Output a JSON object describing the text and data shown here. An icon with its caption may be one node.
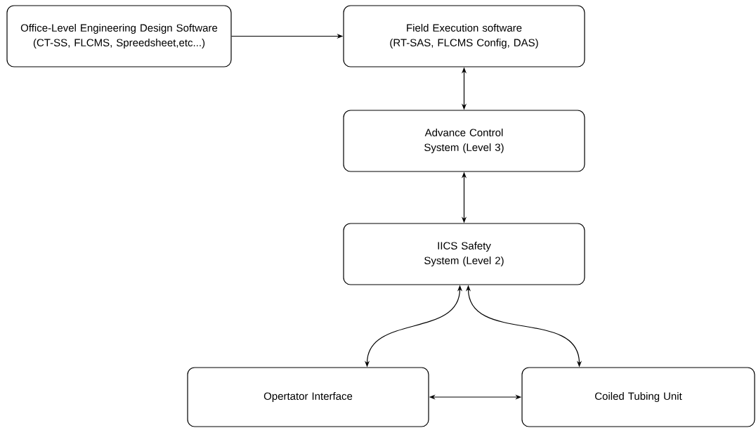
{
  "diagram": {
    "nodes": [
      {
        "text": [
          "Office-Level Engineering Design Software (CT-SS, FLCMS, Spreedsheet,etc...)"
        ]
      },
      {
        "text": [
          "Field Execution software (RT-SAS, FLCMS Config, DAS)"
        ]
      },
      {
        "text": [
          "Advance Control System (Level 3)"
        ]
      },
      {
        "text": [
          "IICS Safety System (Level 2)"
        ]
      },
      {
        "text": [
          "Opertator Interface"
        ]
      },
      {
        "text": [
          "Coiled Tubing Unit"
        ]
      }
    ],
    "edges": [
      {
        "from": 0,
        "to": 1,
        "arrow": "to"
      },
      {
        "from": 1,
        "to": 2,
        "arrow": "both"
      },
      {
        "from": 2,
        "to": 3,
        "arrow": "both"
      },
      {
        "from": 3,
        "to": 4,
        "arrow": "both"
      },
      {
        "from": 3,
        "to": 5,
        "arrow": "both"
      },
      {
        "from": 4,
        "to": 5,
        "arrow": "both"
      }
    ]
  }
}
